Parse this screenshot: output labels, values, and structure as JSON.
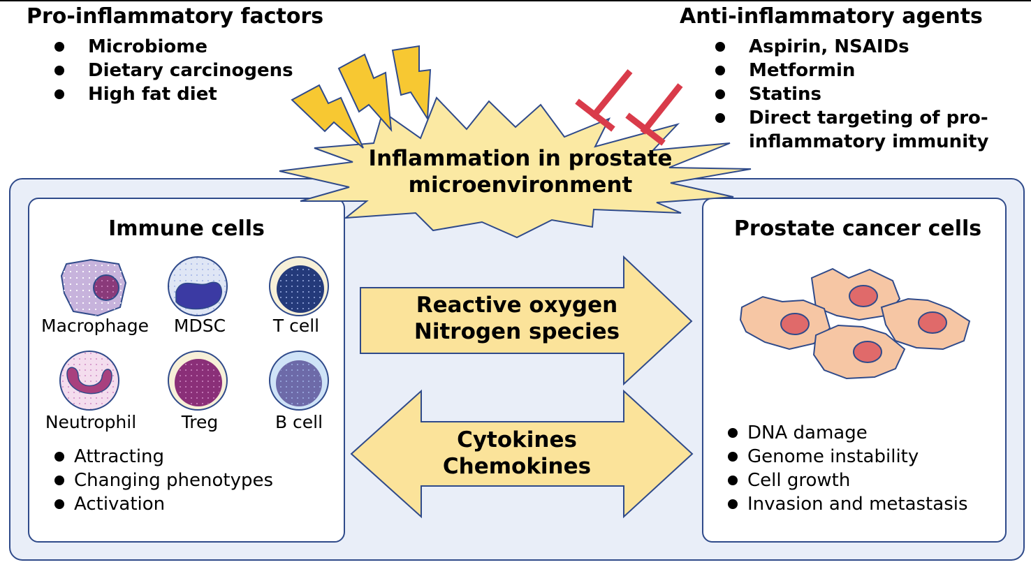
{
  "pro_inflammatory": {
    "title": "Pro-inflammatory factors",
    "items": [
      "Microbiome",
      "Dietary carcinogens",
      "High fat diet"
    ]
  },
  "anti_inflammatory": {
    "title": "Anti-inflammatory agents",
    "items": [
      "Aspirin, NSAIDs",
      "Metformin",
      "Statins",
      "Direct targeting of pro-",
      "inflammatory immunity"
    ]
  },
  "inflammation": {
    "line1": "Inflammation in prostate",
    "line2": "microenvironment"
  },
  "immune_panel": {
    "title": "Immune cells",
    "cells": [
      "Macrophage",
      "MDSC",
      "T cell",
      "Neutrophil",
      "Treg",
      "B cell"
    ],
    "effects": [
      "Attracting",
      "Changing phenotypes",
      "Activation"
    ]
  },
  "arrows": {
    "ros_line1": "Reactive oxygen",
    "ros_line2": "Nitrogen species",
    "cyto_line1": "Cytokines",
    "cyto_line2": "Chemokines"
  },
  "cancer_panel": {
    "title": "Prostate cancer cells",
    "effects": [
      "DNA damage",
      "Genome instability",
      "Cell growth",
      "Invasion and metastasis"
    ]
  },
  "colors": {
    "panel_fill": "#e9eef8",
    "panel_border": "#2f4a8a",
    "burst_fill": "#fbe9a3",
    "arrow_fill": "#fbe39a",
    "lightning": "#f7c832",
    "block_red": "#d93b4a",
    "cancer_cell": "#f6c6a4",
    "cancer_nucleus": "#e06a6a"
  }
}
